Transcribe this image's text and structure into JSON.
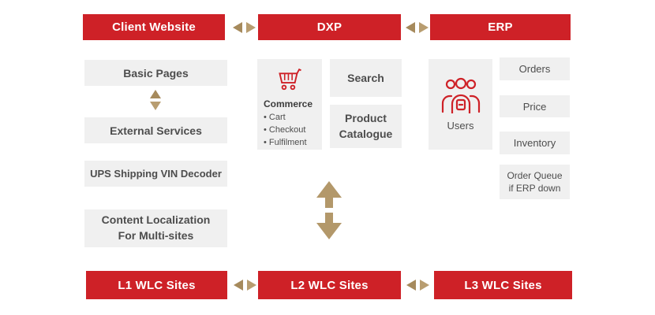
{
  "top_row": {
    "client_website": "Client Website",
    "dxp": "DXP",
    "erp": "ERP"
  },
  "client_column": {
    "basic_pages": "Basic Pages",
    "external_services": "External Services",
    "ups_shipping": "UPS Shipping VIN Decoder",
    "content_localization": "Content Localization\nFor Multi-sites"
  },
  "dxp_column": {
    "commerce_title": "Commerce",
    "commerce_items": [
      "Cart",
      "Checkout",
      "Fulfilment"
    ],
    "search": "Search",
    "product_catalogue": "Product\nCatalogue"
  },
  "erp_column": {
    "users": "Users",
    "orders": "Orders",
    "price": "Price",
    "inventory": "Inventory",
    "order_queue": "Order Queue\nif ERP down"
  },
  "bottom_row": {
    "l1": "L1 WLC Sites",
    "l2": "L2 WLC Sites",
    "l3": "L3 WLC Sites"
  },
  "icons": {
    "cart": "shopping-cart-icon",
    "users": "users-group-icon",
    "horizontal_arrows": "left-right-arrows-icon",
    "vertical_arrows": "up-down-arrows-icon"
  },
  "colors": {
    "accent_red": "#ce2127",
    "arrow_tan": "#b3986a",
    "arrow_tan_dark": "#a68a5c",
    "arrow_tan_light": "#b89d70",
    "box_gray": "#f0f0f0",
    "text_gray": "#4d4d4d"
  }
}
